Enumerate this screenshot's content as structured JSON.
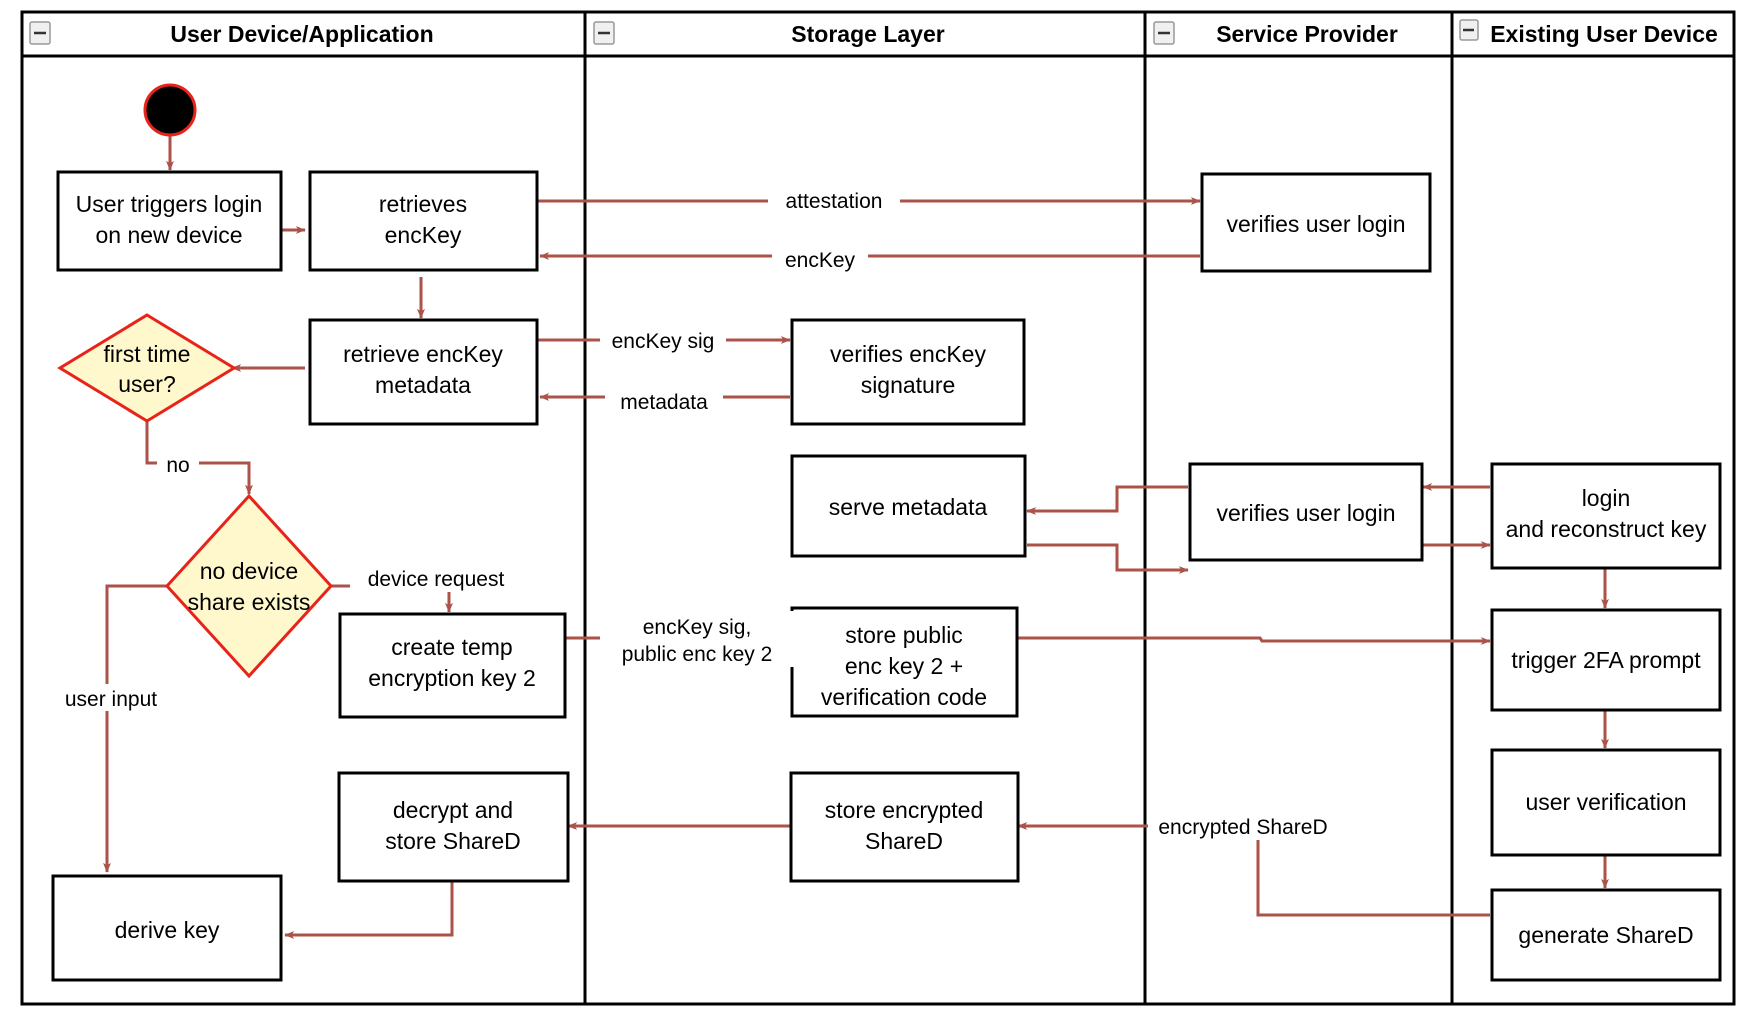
{
  "diagram": {
    "type": "uml-activity-swimlane",
    "title": "",
    "colors": {
      "edge": "#ab5249",
      "decision_fill": "#fff8cd",
      "decision_stroke": "#e8231a",
      "node_fill": "#ffffff",
      "node_stroke": "#000000",
      "start_node": "#000000"
    },
    "lanes": [
      {
        "id": "lane-user-device",
        "label": "User Device/Application",
        "collapse_icon": "collapse-minus-icon"
      },
      {
        "id": "lane-storage",
        "label": "Storage Layer",
        "collapse_icon": "collapse-minus-icon"
      },
      {
        "id": "lane-service-provider",
        "label": "Service Provider",
        "collapse_icon": "collapse-minus-icon"
      },
      {
        "id": "lane-existing-device",
        "label": "Existing User Device",
        "collapse_icon": "collapse-minus-icon"
      }
    ],
    "nodes": [
      {
        "id": "start",
        "shape": "initial-node",
        "label": "",
        "lane": "lane-user-device"
      },
      {
        "id": "n-trigger-login",
        "shape": "activity",
        "lane": "lane-user-device",
        "lines": [
          "User triggers login",
          "on new device"
        ]
      },
      {
        "id": "n-retrieves-enckey",
        "shape": "activity",
        "lane": "lane-user-device",
        "lines": [
          "retrieves",
          "encKey"
        ]
      },
      {
        "id": "n-retrieve-meta",
        "shape": "activity",
        "lane": "lane-user-device",
        "lines": [
          "retrieve encKey",
          "metadata"
        ]
      },
      {
        "id": "n-first-time-user",
        "shape": "decision",
        "lane": "lane-user-device",
        "lines": [
          "first time",
          "user?"
        ]
      },
      {
        "id": "n-no-device-share",
        "shape": "decision",
        "lane": "lane-user-device",
        "lines": [
          "no device",
          "share exists"
        ]
      },
      {
        "id": "n-create-temp-key",
        "shape": "activity",
        "lane": "lane-user-device",
        "lines": [
          "create temp",
          "encryption key 2"
        ]
      },
      {
        "id": "n-decrypt-store",
        "shape": "activity",
        "lane": "lane-user-device",
        "lines": [
          "decrypt and",
          "store ShareD"
        ]
      },
      {
        "id": "n-derive-key",
        "shape": "activity",
        "lane": "lane-user-device",
        "lines": [
          "derive key"
        ]
      },
      {
        "id": "n-verify-sig",
        "shape": "activity",
        "lane": "lane-storage",
        "lines": [
          "verifies encKey",
          "signature"
        ]
      },
      {
        "id": "n-serve-metadata",
        "shape": "activity",
        "lane": "lane-storage",
        "lines": [
          "serve metadata"
        ]
      },
      {
        "id": "n-store-public",
        "shape": "activity",
        "lane": "lane-storage",
        "lines": [
          "store public",
          "enc key 2 +",
          "verification code"
        ]
      },
      {
        "id": "n-store-encrypted",
        "shape": "activity",
        "lane": "lane-storage",
        "lines": [
          "store encrypted",
          "ShareD"
        ]
      },
      {
        "id": "n-verifies-login-1",
        "shape": "activity",
        "lane": "lane-service-provider",
        "lines": [
          "verifies user login"
        ]
      },
      {
        "id": "n-verifies-login-2",
        "shape": "activity",
        "lane": "lane-service-provider",
        "lines": [
          "verifies user login"
        ]
      },
      {
        "id": "n-login-reconstruct",
        "shape": "activity",
        "lane": "lane-existing-device",
        "lines": [
          "login",
          "and reconstruct key"
        ]
      },
      {
        "id": "n-trigger-2fa",
        "shape": "activity",
        "lane": "lane-existing-device",
        "lines": [
          "trigger 2FA prompt"
        ]
      },
      {
        "id": "n-user-verification",
        "shape": "activity",
        "lane": "lane-existing-device",
        "lines": [
          "user verification"
        ]
      },
      {
        "id": "n-generate-shared",
        "shape": "activity",
        "lane": "lane-existing-device",
        "lines": [
          "generate ShareD"
        ]
      }
    ],
    "edge_labels": [
      {
        "id": "e-attestation",
        "text": "attestation"
      },
      {
        "id": "e-enckey",
        "text": "encKey"
      },
      {
        "id": "e-enckey-sig",
        "text": "encKey sig"
      },
      {
        "id": "e-metadata",
        "text": "metadata"
      },
      {
        "id": "e-no",
        "text": "no"
      },
      {
        "id": "e-device-request",
        "text": "device request"
      },
      {
        "id": "e-user-input",
        "text": "user input"
      },
      {
        "id": "e-enckey-sig-pub-1",
        "text": "encKey sig,"
      },
      {
        "id": "e-enckey-sig-pub-2",
        "text": "public enc key 2"
      },
      {
        "id": "e-encrypted-shared",
        "text": "encrypted ShareD"
      }
    ]
  }
}
